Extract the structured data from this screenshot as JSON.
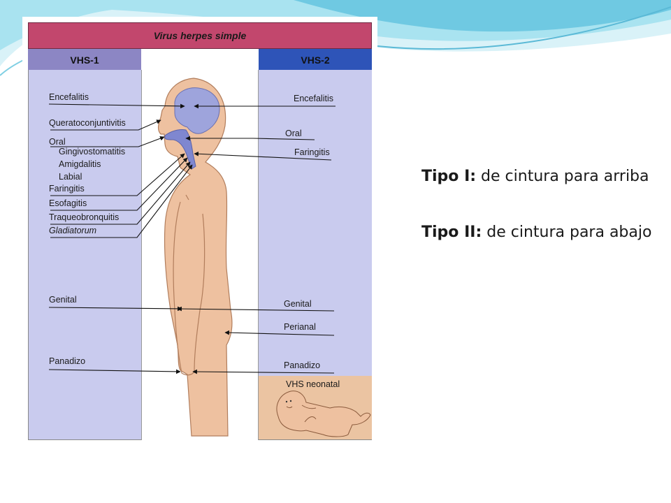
{
  "diagram": {
    "title": "Virus herpes simple",
    "left_header": "VHS-1",
    "right_header": "VHS-2",
    "left_labels": {
      "encefalitis": "Encefalitis",
      "queratoconjuntivitis": "Queratoconjuntivitis",
      "oral": "Oral",
      "gingivostomatitis": "Gingivostomatitis",
      "amigdalitis": "Amigdalitis",
      "labial": "Labial",
      "faringitis": "Faringitis",
      "esofagitis": "Esofagitis",
      "traqueobronquitis": "Traqueobronquitis",
      "gladiatorum": "Gladiatorum",
      "genital": "Genital",
      "panadizo": "Panadizo"
    },
    "right_labels": {
      "encefalitis": "Encefalitis",
      "oral": "Oral",
      "faringitis": "Faringitis",
      "genital": "Genital",
      "perianal": "Perianal",
      "panadizo": "Panadizo",
      "neonatal": "VHS neonatal"
    },
    "colors": {
      "title_bar": "#c2476d",
      "vhs1_header": "#8c86c4",
      "vhs2_header": "#2e54b8",
      "panel": "#c9cbee",
      "skin": "#eec1a0",
      "brain": "#9ea4dc"
    }
  },
  "notes": {
    "tipo1_label": "Tipo I:",
    "tipo1_text": " de cintura para arriba",
    "tipo2_label": "Tipo II:",
    "tipo2_text": " de cintura para abajo"
  }
}
